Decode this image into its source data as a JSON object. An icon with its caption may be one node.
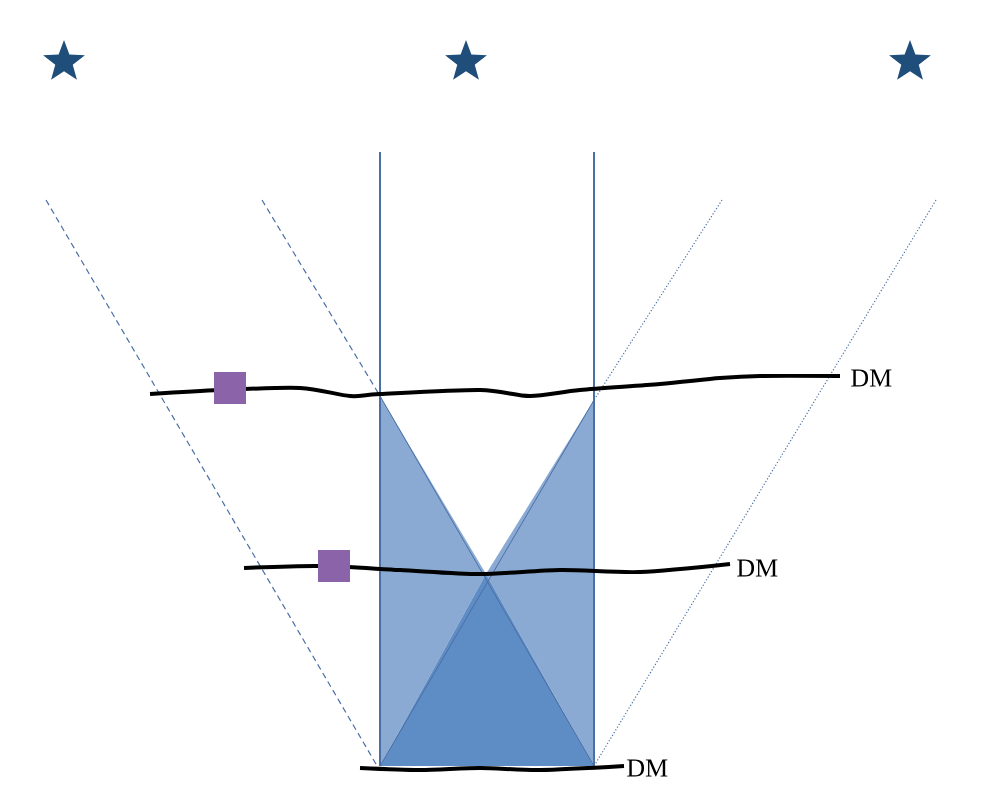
{
  "diagram": {
    "labels": [
      "DM",
      "DM",
      "DM"
    ]
  }
}
